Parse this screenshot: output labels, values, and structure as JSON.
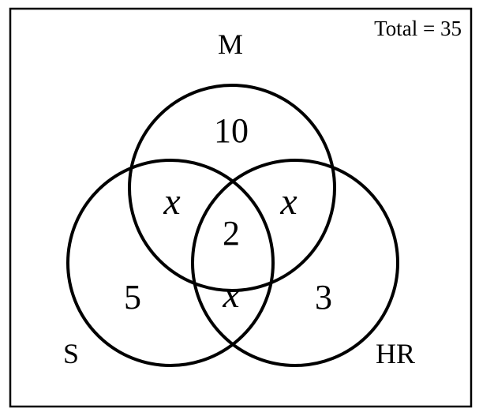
{
  "diagram": {
    "total_label": "Total = 35",
    "sets": {
      "m": "M",
      "s": "S",
      "hr": "HR"
    },
    "regions": {
      "m_only": "10",
      "s_only": "5",
      "hr_only": "3",
      "m_s": "x",
      "m_hr": "x",
      "s_hr": "x",
      "all_three": "2"
    },
    "colors": {
      "stroke": "#000000",
      "background": "#ffffff"
    }
  }
}
